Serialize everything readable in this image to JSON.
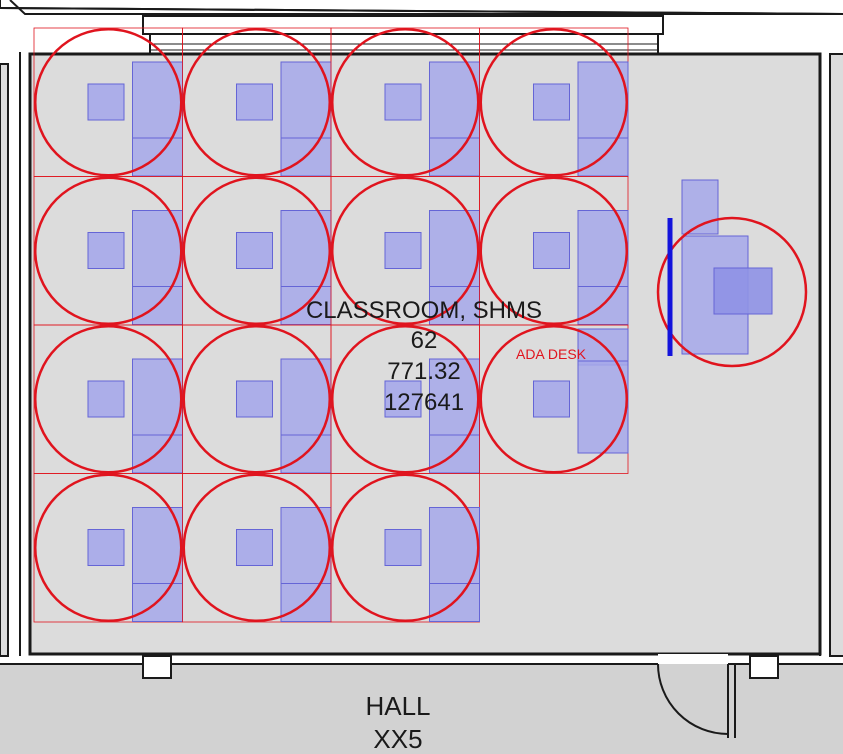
{
  "room": {
    "name": "CLASSROOM, SHMS",
    "capacity": "62",
    "area": "771.32",
    "room_id": "127641"
  },
  "ada_label": "ADA DESK",
  "hall": {
    "name": "HALL",
    "number": "XX5"
  },
  "colors": {
    "wall": "#1a1a1a",
    "room_fill": "#dcdcdc",
    "hall_fill": "#d2d2d2",
    "clearance_circle": "#e0141e",
    "furniture_fill": "#a6a8ea",
    "furniture_stroke": "#6565d6",
    "whiteboard": "#1414dc",
    "ada_text": "#e0141e"
  },
  "seating": {
    "rows": 4,
    "columns": 4,
    "occupied_per_row": [
      4,
      4,
      4,
      3
    ]
  }
}
